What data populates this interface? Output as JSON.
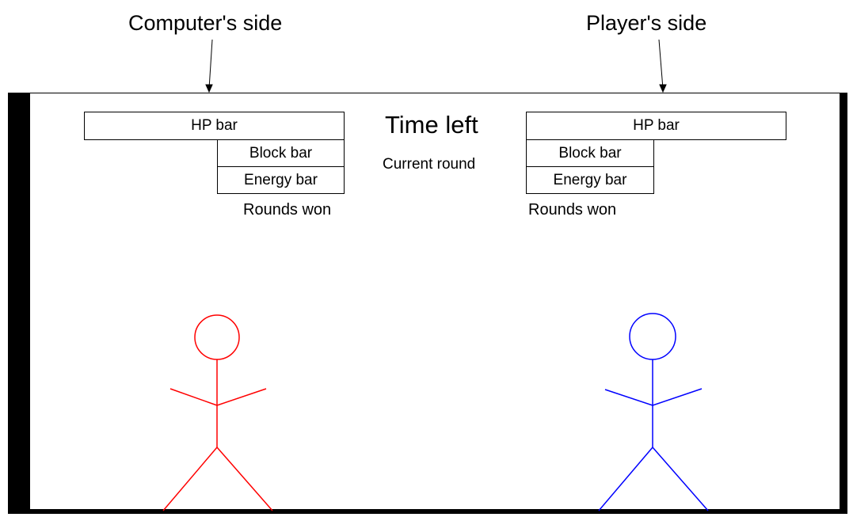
{
  "annotations": {
    "computer_side": "Computer's side",
    "player_side": "Player's side"
  },
  "hud": {
    "time_left": "Time left",
    "current_round": "Current round",
    "computer": {
      "hp_label": "HP bar",
      "block_label": "Block bar",
      "energy_label": "Energy bar",
      "rounds_won_label": "Rounds won"
    },
    "player": {
      "hp_label": "HP bar",
      "block_label": "Block bar",
      "energy_label": "Energy bar",
      "rounds_won_label": "Rounds won"
    }
  },
  "figures": {
    "computer": {
      "color": "#ff0000"
    },
    "player": {
      "color": "#0000ff"
    }
  }
}
